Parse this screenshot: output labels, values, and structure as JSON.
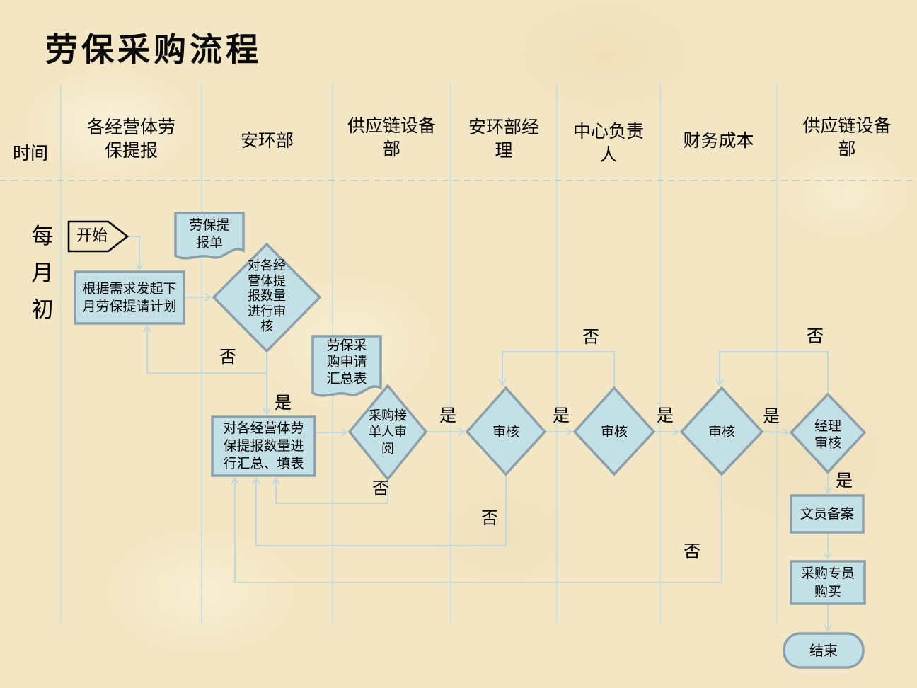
{
  "title": "劳保采购流程",
  "colors": {
    "background": "#f3e6c4",
    "shape_fill": "#c2e0e5",
    "shape_border": "#8ba0ab",
    "connector": "#bfd9de",
    "lane_line": "#c5dee2",
    "divider": "#a9c6ce",
    "start_border": "#000000",
    "text": "#000000",
    "title": "#0a0a0a"
  },
  "time_period": "每\n月\n初",
  "lanes": [
    {
      "label": "时间"
    },
    {
      "label": "各经营体劳\n保提报"
    },
    {
      "label": "安环部"
    },
    {
      "label": "供应链设备\n部"
    },
    {
      "label": "安环部经\n理"
    },
    {
      "label": "中心负责\n人"
    },
    {
      "label": "财务成本"
    },
    {
      "label": "供应链设备\n部"
    }
  ],
  "nodes": {
    "start": "开始",
    "plan": "根据需求发起下\n月劳保提请计划",
    "doc_report": "劳保提\n报单",
    "review_qty": "对各经\n营体提\n报数量\n进行审\n核",
    "doc_summary": "劳保采\n购申请\n汇总表",
    "summarize": "对各经营体劳\n保提报数量进\n行汇总、填表",
    "order_review": "采购接\n单人审\n阅",
    "audit_dept_manager": "审核",
    "audit_center_head": "审核",
    "audit_finance": "审核",
    "manager_review": "经理\n审核",
    "clerk_record": "文员备案",
    "purchase": "采购专员\n购买",
    "end": "结束"
  },
  "edge_labels": {
    "yes": "是",
    "no": "否"
  }
}
